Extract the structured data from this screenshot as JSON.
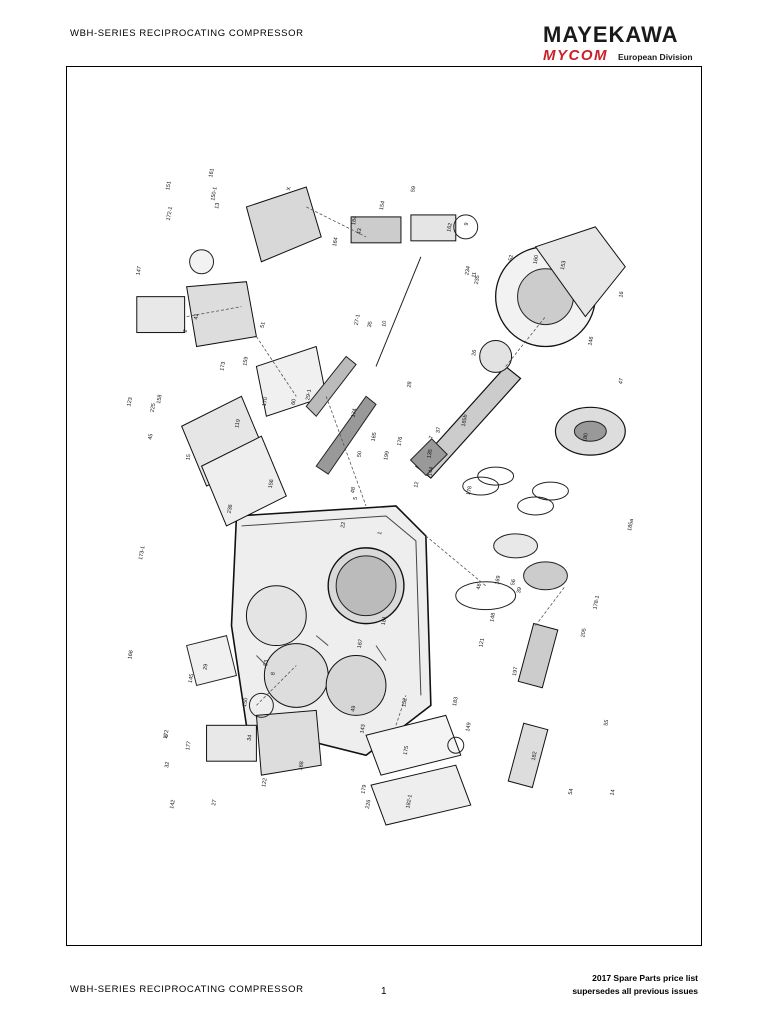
{
  "header": {
    "title": "WBH-SERIES RECIPROCATING COMPRESSOR",
    "logo_top": "MAYEKAWA",
    "logo_mycom": "MYCOM",
    "logo_division": "European Division"
  },
  "drawing": {
    "callouts": [
      "1",
      "2",
      "5",
      "6",
      "7",
      "8",
      "9",
      "10",
      "11",
      "12",
      "13",
      "14",
      "15",
      "16",
      "22",
      "26",
      "27",
      "27-1",
      "28",
      "29",
      "29-1",
      "32",
      "34",
      "35",
      "37",
      "39",
      "41",
      "43",
      "45",
      "46",
      "47",
      "48",
      "49",
      "50",
      "51",
      "52",
      "53",
      "54",
      "55",
      "56",
      "59",
      "60",
      "119",
      "121",
      "122",
      "123",
      "135",
      "142",
      "143",
      "144",
      "145",
      "146",
      "147",
      "148",
      "149",
      "150",
      "150-1",
      "151",
      "152",
      "153",
      "154",
      "156",
      "158",
      "159",
      "160",
      "161",
      "162",
      "164",
      "165",
      "166",
      "167",
      "168",
      "169",
      "170",
      "172",
      "172-1",
      "173",
      "173-1",
      "174",
      "175",
      "176",
      "177",
      "178",
      "178-1",
      "179",
      "180",
      "181",
      "182",
      "182-1",
      "183",
      "184",
      "185a",
      "185b",
      "197",
      "199",
      "205",
      "225",
      "226",
      "234",
      "235",
      "236",
      "X"
    ]
  },
  "footer": {
    "left_title": "WBH-SERIES RECIPROCATING COMPRESSOR",
    "page_number": "1",
    "price_list": "2017 Spare Parts price list",
    "supersedes": "supersedes all previous issues"
  }
}
